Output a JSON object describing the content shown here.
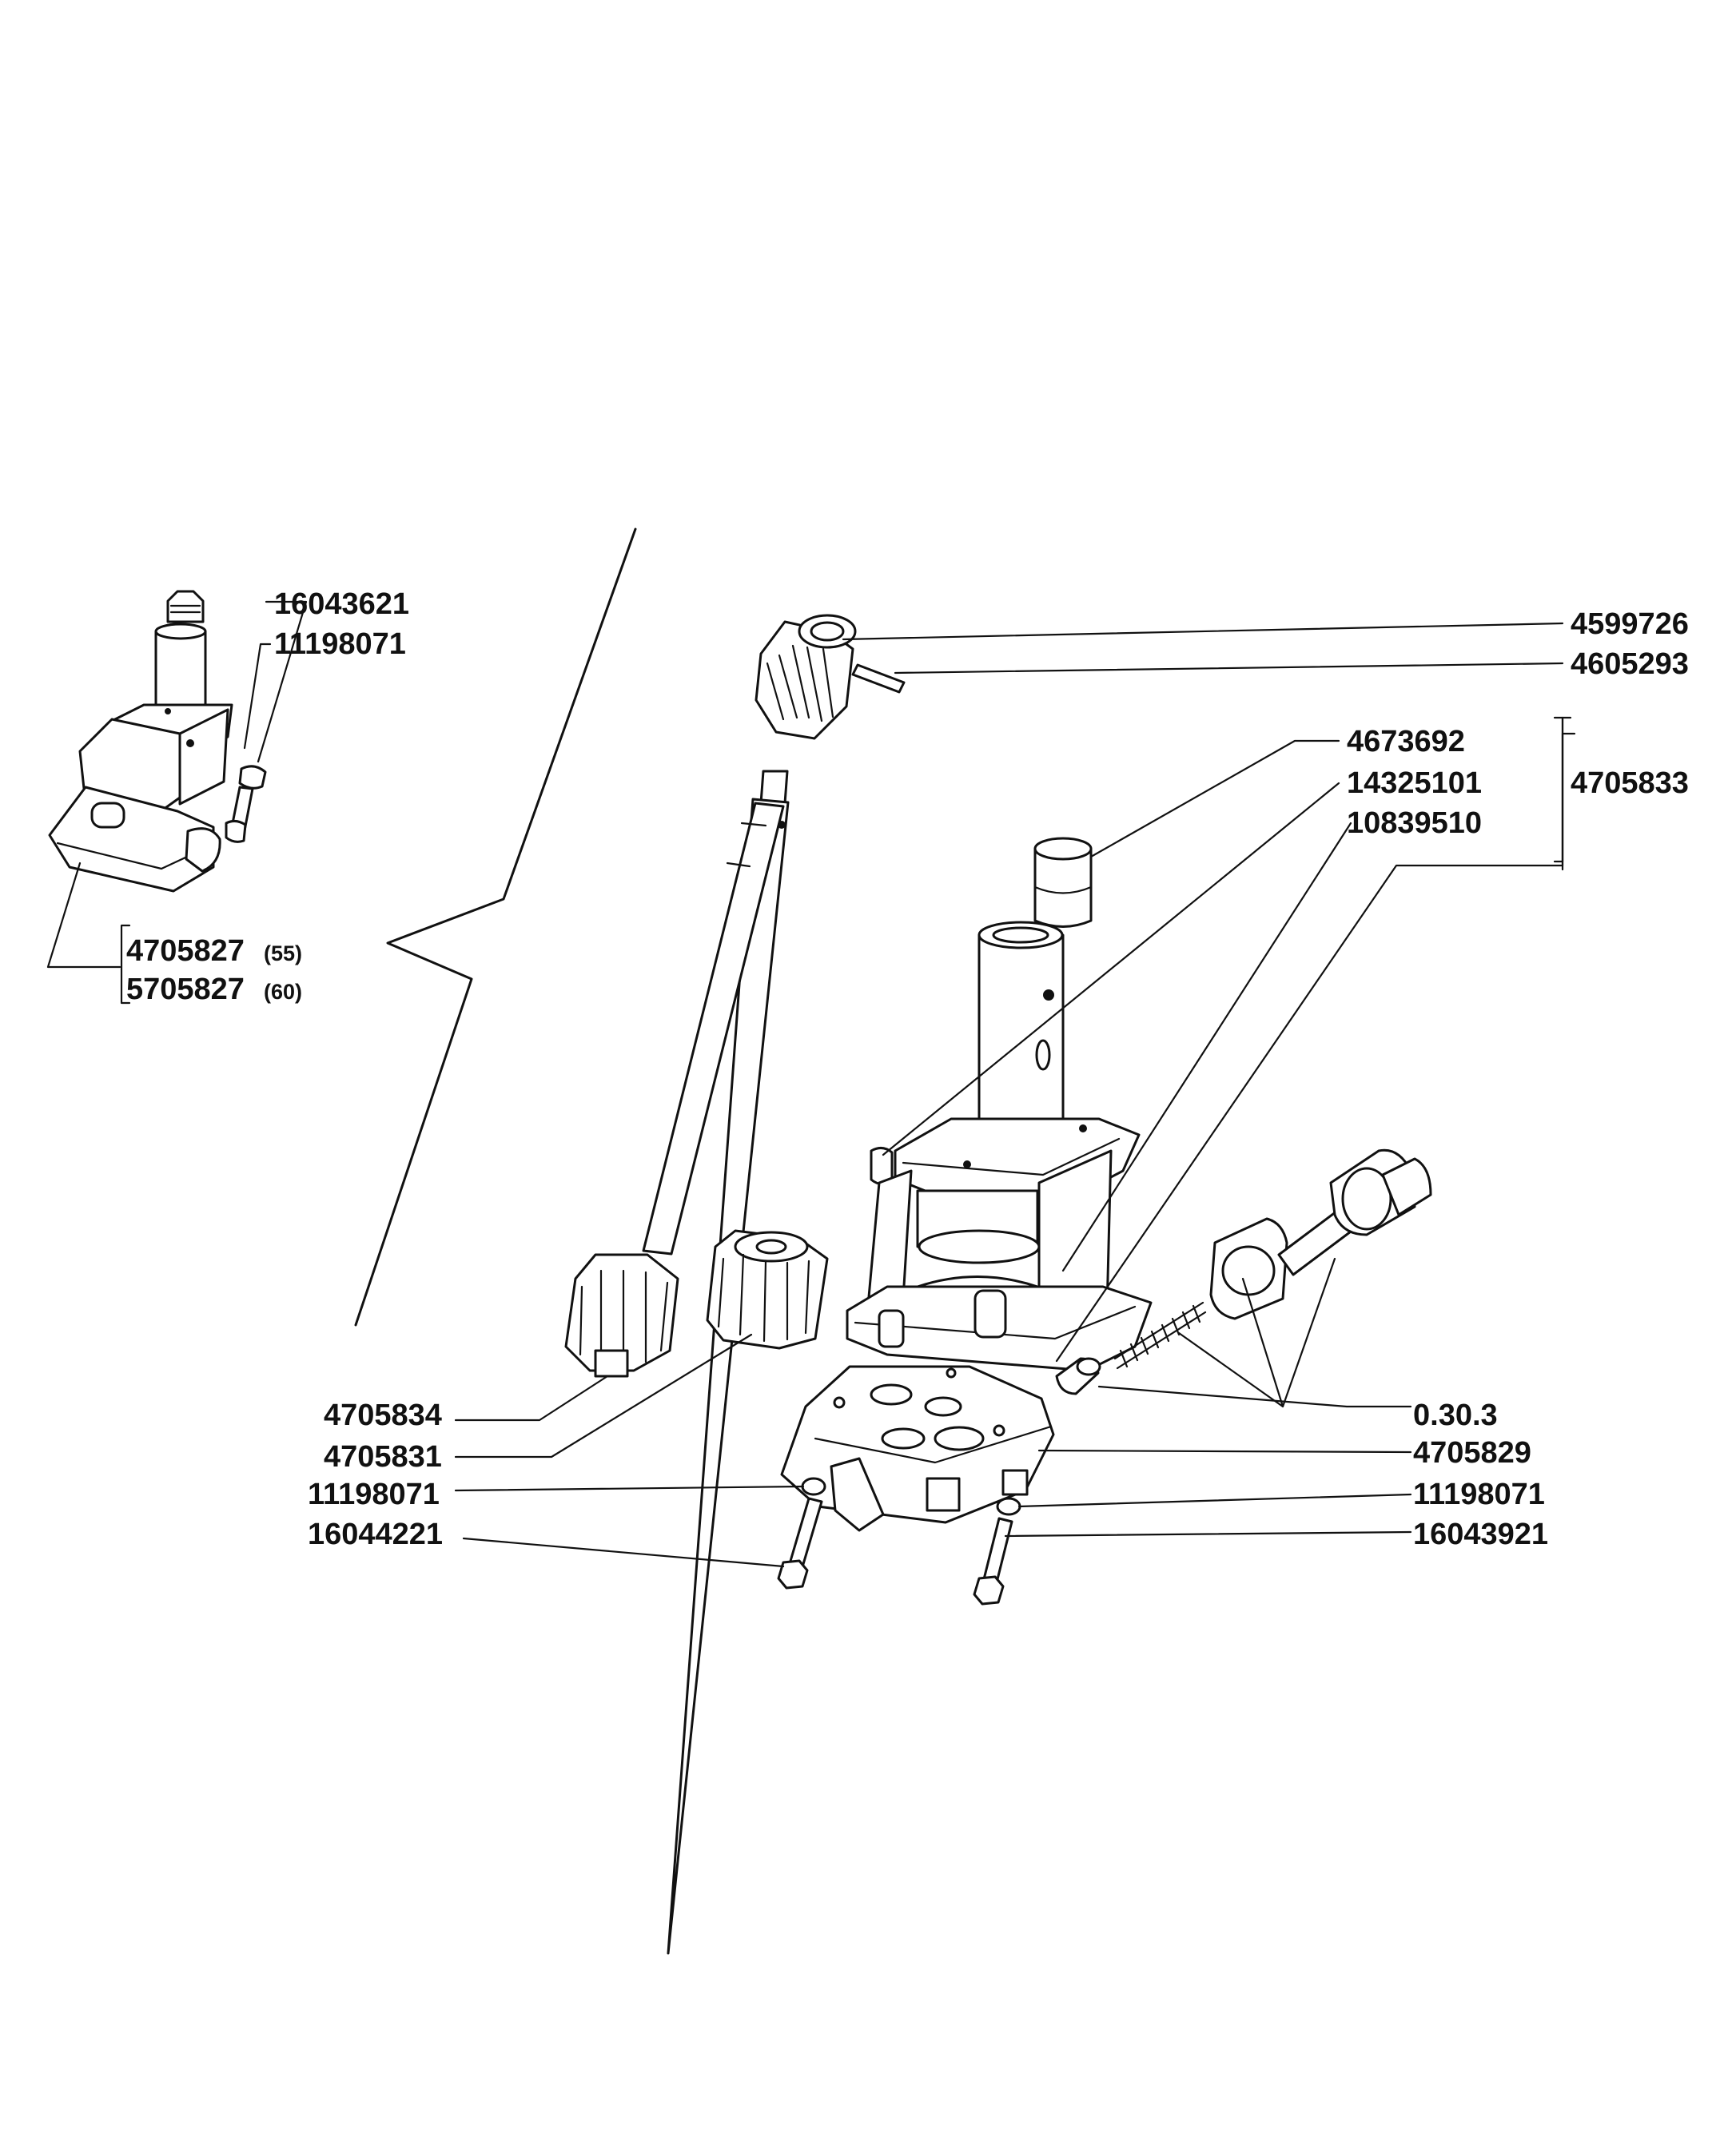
{
  "labels": {
    "top_left_1": "16043621",
    "top_left_2": "11198071",
    "assy_a": "4705827",
    "assy_a_note": "(55)",
    "assy_b": "5705827",
    "assy_b_note": "(60)",
    "gear_top": "4599726",
    "pin_top": "4605293",
    "bush": "4673692",
    "plug": "14325101",
    "gasket": "10839510",
    "body_assy": "4705833",
    "shaft_gear": "4705834",
    "driven_gear": "4705831",
    "washer_left": "11198071",
    "bolt_left": "16044221",
    "relief_valve": "0.30.3",
    "cover": "4705829",
    "washer_right": "11198071",
    "bolt_right": "16043921"
  }
}
